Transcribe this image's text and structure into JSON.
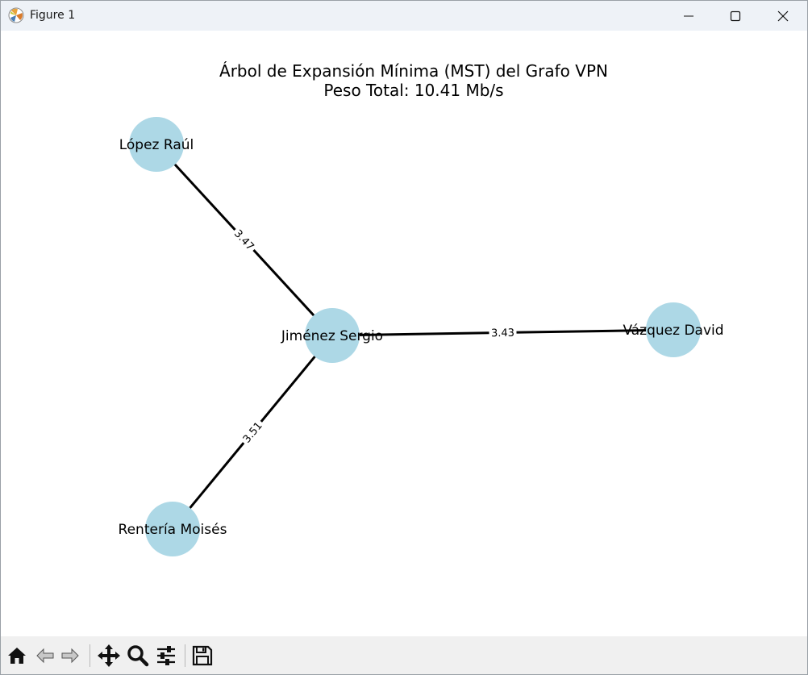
{
  "window": {
    "title": "Figure 1"
  },
  "figure": {
    "title_line1": "Árbol de Expansión Mínima (MST) del Grafo VPN",
    "title_line2": "Peso Total: 10.41 Mb/s"
  },
  "graph": {
    "node_color": "#add8e6",
    "edge_color": "#000000",
    "nodes": [
      {
        "id": "lopez",
        "label": "López Raúl"
      },
      {
        "id": "jimenez",
        "label": "Jiménez Sergio"
      },
      {
        "id": "vazquez",
        "label": "Vázquez David"
      },
      {
        "id": "renteria",
        "label": "Rentería Moisés"
      }
    ],
    "edges": [
      {
        "from": "lopez",
        "to": "jimenez",
        "weight": "3.47"
      },
      {
        "from": "jimenez",
        "to": "vazquez",
        "weight": "3.43"
      },
      {
        "from": "jimenez",
        "to": "renteria",
        "weight": "3.51"
      }
    ]
  },
  "toolbar": {
    "items": [
      {
        "name": "home-button",
        "icon": "home-icon"
      },
      {
        "name": "back-button",
        "icon": "back-arrow-icon"
      },
      {
        "name": "forward-button",
        "icon": "forward-arrow-icon"
      },
      {
        "name": "pan-button",
        "icon": "move-icon"
      },
      {
        "name": "zoom-button",
        "icon": "magnifier-icon"
      },
      {
        "name": "configure-subplots-button",
        "icon": "sliders-icon"
      },
      {
        "name": "save-button",
        "icon": "floppy-disk-icon"
      }
    ]
  }
}
